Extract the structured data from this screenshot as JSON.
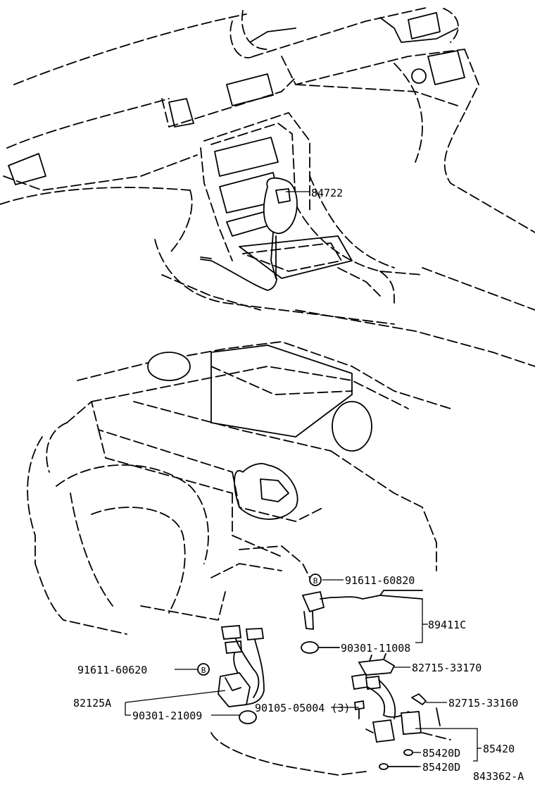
{
  "diagram": {
    "drawing_id": "843362-A",
    "callouts": {
      "c84722": "84722",
      "c91611_60820": "91611-60820",
      "c89411C": "89411C",
      "c90301_11008": "90301-11008",
      "c82715_33170": "82715-33170",
      "c91611_60620": "91611-60620",
      "c82125A": "82125A",
      "c82715_33160": "82715-33160",
      "c90301_21009": "90301-21009",
      "c90105_05004": "90105-05004 (3)",
      "c85420D_1": "85420D",
      "c85420": "85420",
      "c85420D_2": "85420D"
    },
    "marker_b": "B"
  }
}
